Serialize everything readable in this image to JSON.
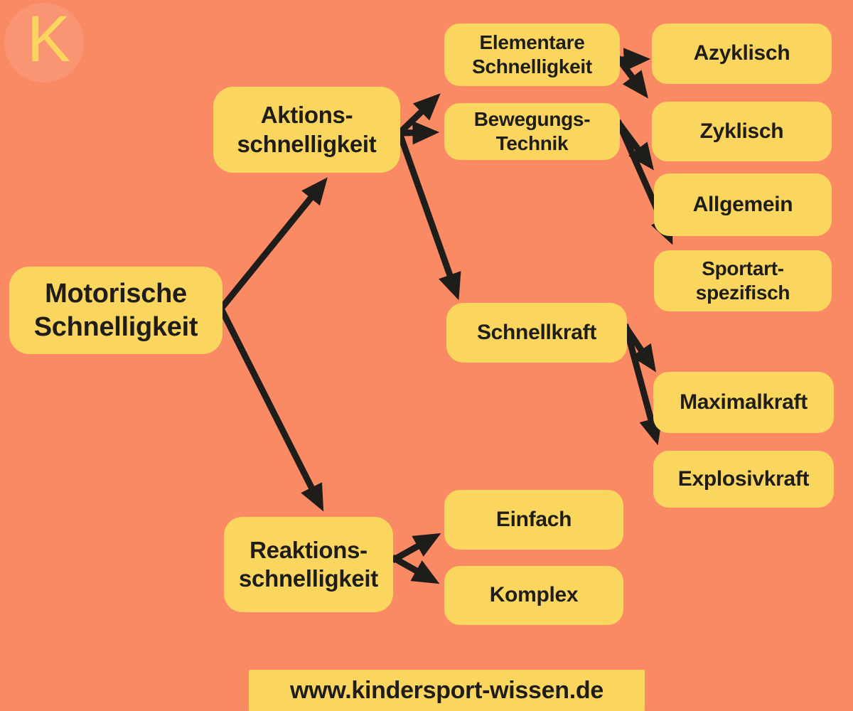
{
  "colors": {
    "background": "#fa8a64",
    "box": "#fbd65e",
    "ink": "#1f1d1a"
  },
  "logo": {
    "letter": "K"
  },
  "diagram": {
    "nodes": [
      {
        "id": "motorische",
        "label": "Motorische\nSchnelligkeit"
      },
      {
        "id": "aktions",
        "label": "Aktions-\nschnelligkeit"
      },
      {
        "id": "elementare",
        "label": "Elementare\nSchnelligkeit"
      },
      {
        "id": "bewegungs",
        "label": "Bewegungs-\nTechnik"
      },
      {
        "id": "azyklisch",
        "label": "Azyklisch"
      },
      {
        "id": "zyklisch",
        "label": "Zyklisch"
      },
      {
        "id": "allgemein",
        "label": "Allgemein"
      },
      {
        "id": "sportart",
        "label": "Sportart-\nspezifisch"
      },
      {
        "id": "schnellkraft",
        "label": "Schnellkraft"
      },
      {
        "id": "maximalkraft",
        "label": "Maximalkraft"
      },
      {
        "id": "explosivkraft",
        "label": "Explosivkraft"
      },
      {
        "id": "reaktions",
        "label": "Reaktions-\nschnelligkeit"
      },
      {
        "id": "einfach",
        "label": "Einfach"
      },
      {
        "id": "komplex",
        "label": "Komplex"
      }
    ],
    "edges": [
      {
        "from": "motorische",
        "to": "aktions"
      },
      {
        "from": "motorische",
        "to": "reaktions"
      },
      {
        "from": "aktions",
        "to": "elementare"
      },
      {
        "from": "aktions",
        "to": "bewegungs"
      },
      {
        "from": "aktions",
        "to": "schnellkraft"
      },
      {
        "from": "elementare",
        "to": "azyklisch"
      },
      {
        "from": "elementare",
        "to": "zyklisch"
      },
      {
        "from": "bewegungs",
        "to": "allgemein"
      },
      {
        "from": "bewegungs",
        "to": "sportart"
      },
      {
        "from": "schnellkraft",
        "to": "maximalkraft"
      },
      {
        "from": "schnellkraft",
        "to": "explosivkraft"
      },
      {
        "from": "reaktions",
        "to": "einfach"
      },
      {
        "from": "reaktions",
        "to": "komplex"
      }
    ]
  },
  "footer": {
    "url": "www.kindersport-wissen.de"
  }
}
